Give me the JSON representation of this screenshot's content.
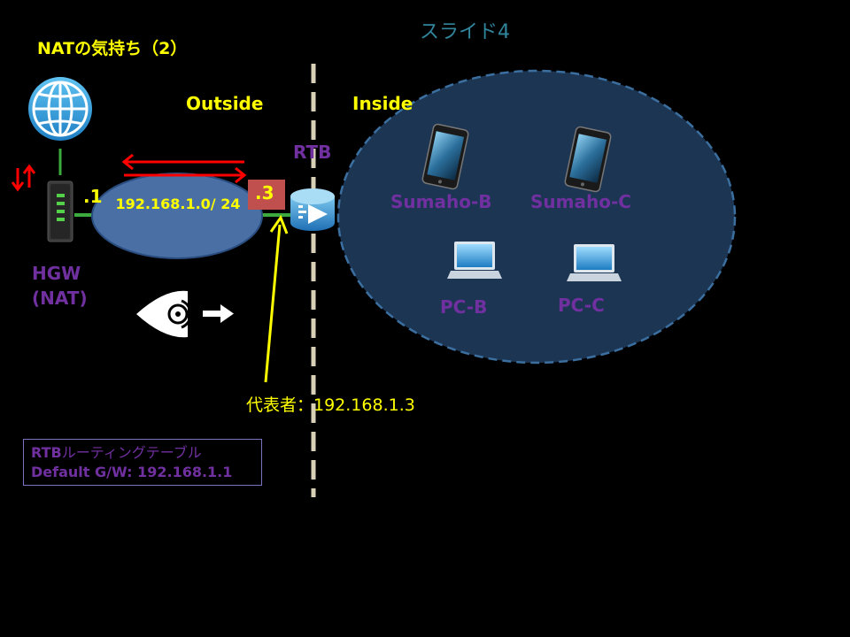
{
  "slide": {
    "title": "スライド4",
    "heading": "NATの気持ち（2）"
  },
  "zones": {
    "outside": "Outside",
    "inside": "Inside"
  },
  "nodes": {
    "rtb": "RTB",
    "hgw_line1": "HGW",
    "hgw_line2": "(NAT)",
    "port_hgw": ".1",
    "port_rtb": ".3",
    "subnet": "192.168.1.0/ 24",
    "sumaho_b": "Sumaho-B",
    "sumaho_c": "Sumaho-C",
    "pc_b": "PC-B",
    "pc_c": "PC-C"
  },
  "annotation": {
    "representative": "代表者：192.168.1.3"
  },
  "routing_table": {
    "title_rtb": "RTB",
    "title_rest": "ルーティングテーブル",
    "default_gw": "Default G/W: 192.168.1.1"
  },
  "icons": [
    "globe-icon",
    "home-gateway-icon",
    "updown-arrows-icon",
    "router-icon",
    "smartphone-icon",
    "laptop-icon",
    "eye-icon",
    "right-arrow-icon"
  ],
  "colors": {
    "background": "#000000",
    "label_yellow": "#ffff00",
    "label_purple": "#7030a0",
    "title_teal": "#31859c",
    "subnet_fill": "#4a6fa5",
    "inside_fill": "#1c3553",
    "arrow_red": "#ff0000",
    "port_box": "#c0504d",
    "link_green": "#3caa3c"
  }
}
